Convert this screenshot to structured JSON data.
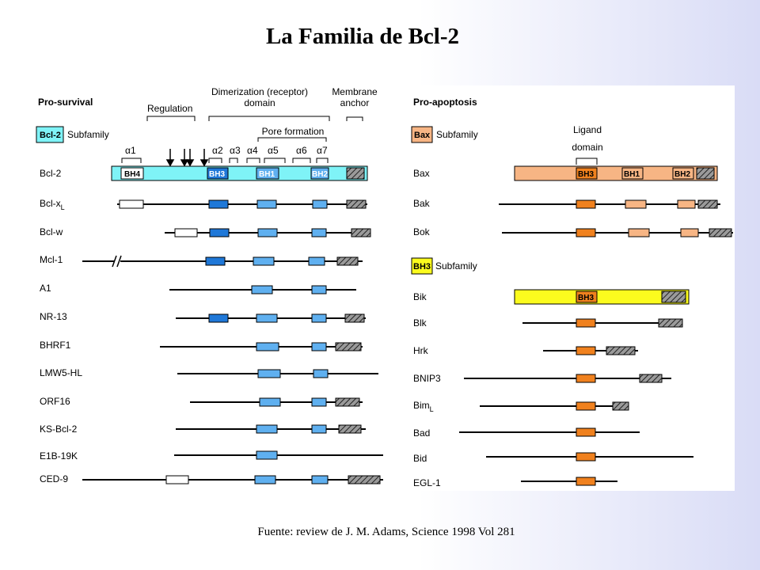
{
  "title": "La Familia de Bcl-2",
  "footer": "Fuente: review de J. M. Adams, Science 1998 Vol 281",
  "pro_survival": {
    "heading": "Pro-survival",
    "subfamily_badge": "Bcl-2",
    "subfamily_word": "Subfamily",
    "region_regulation": "Regulation",
    "region_dimerization": "Dimerization (receptor)",
    "region_domain": "domain",
    "region_pore": "Pore formation",
    "region_membrane": "Membrane",
    "region_anchor": "anchor",
    "helix_a1": "α1",
    "helix_a2": "α2",
    "helix_a3": "α3",
    "helix_a4": "α4",
    "helix_a5": "α5",
    "helix_a6": "α6",
    "helix_a7": "α7",
    "domain_bh4": "BH4",
    "domain_bh3": "BH3",
    "domain_bh1": "BH1",
    "domain_bh2": "BH2",
    "proteins": [
      "Bcl-2",
      "Bcl-x",
      "Bcl-w",
      "Mcl-1",
      "A1",
      "NR-13",
      "BHRF1",
      "LMW5-HL",
      "ORF16",
      "KS-Bcl-2",
      "E1B-19K",
      "CED-9"
    ],
    "bclx_subscript": "L"
  },
  "pro_apoptosis": {
    "heading": "Pro-apoptosis",
    "bax_badge": "Bax",
    "bh3_badge": "BH3",
    "subfamily_word": "Subfamily",
    "ligand": "Ligand",
    "ligand_domain": "domain",
    "domain_bh3": "BH3",
    "domain_bh1": "BH1",
    "domain_bh2": "BH2",
    "bik_bh3": "BH3",
    "proteins": [
      "Bax",
      "Bak",
      "Bok",
      "Bik",
      "Blk",
      "Hrk",
      "BNIP3",
      "Bim",
      "Bad",
      "Bid",
      "EGL-1"
    ],
    "bim_subscript": "L"
  },
  "colors": {
    "cyan": "#7ff3f7",
    "blue": "#1f78d8",
    "light_blue": "#5fb0f0",
    "peach": "#f7b584",
    "orange": "#f0811e",
    "yellow": "#fbfb1e"
  }
}
